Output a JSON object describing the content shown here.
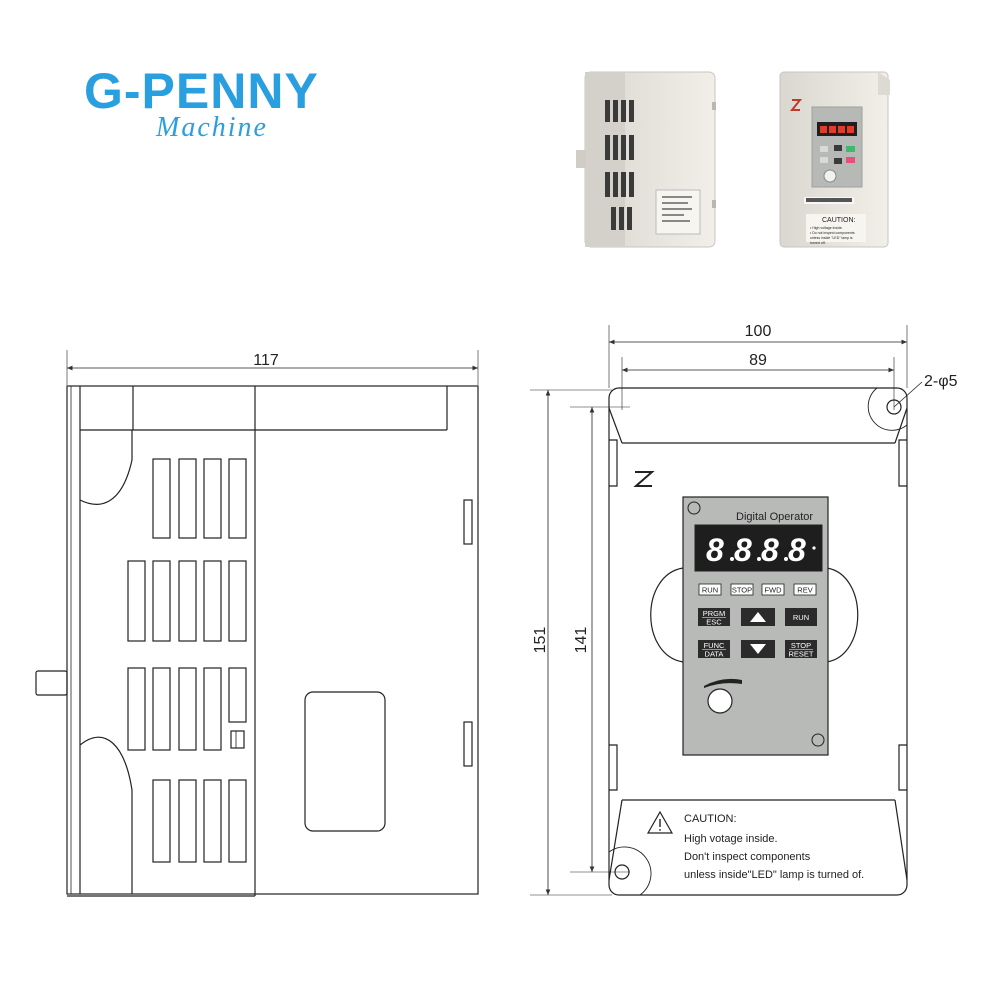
{
  "logo": {
    "brand": "G-PENNY",
    "tagline": "Machine"
  },
  "dimensions": {
    "side_width": "117",
    "front_width": "100",
    "mount_spacing_width": "89",
    "front_height": "151",
    "mount_spacing_height": "141",
    "hole_callout": "2-φ5"
  },
  "operator_panel": {
    "title": "Digital Operator",
    "display_digits": [
      "8",
      "8",
      "8",
      "8"
    ],
    "status_labels": [
      "RUN",
      "STOP",
      "FWD",
      "REV"
    ],
    "keys": {
      "prgm": [
        "PRGM",
        "ESC"
      ],
      "run": "RUN",
      "func": [
        "FUNC",
        "DATA"
      ],
      "stop": [
        "STOP",
        "RESET"
      ]
    }
  },
  "caution": {
    "title": "CAUTION:",
    "lines": [
      "High votage inside.",
      "Don't inspect components",
      "unless inside\"LED\" lamp is turned of."
    ]
  },
  "photo_label": {
    "caution": "CAUTION:",
    "lines": [
      "• High voltage inside.",
      "• Do not inspect components",
      "unless inside \"LED\" lamp is",
      "turned off."
    ]
  },
  "colors": {
    "logo": "#2a9fe0",
    "device_body": "#e8e6df",
    "panel": "#b8bab8",
    "display": "#1e1e1e",
    "led_red": "#e23b2b",
    "key_green": "#3dbb6c",
    "key_pink": "#e94d79"
  }
}
